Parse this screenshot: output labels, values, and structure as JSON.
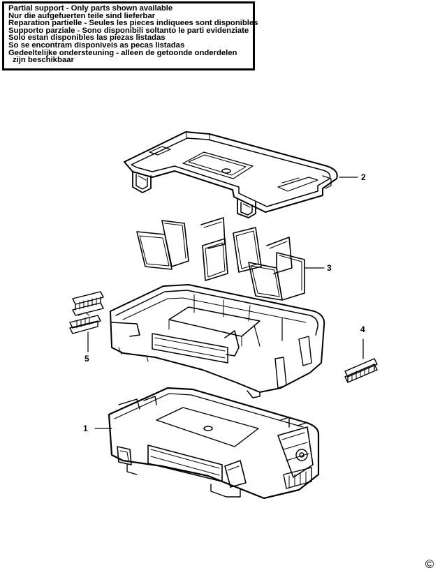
{
  "notice": {
    "lines": [
      "Partial support - Only parts shown available",
      "Nur die aufgefuerten teile sind lieferbar",
      "Reparation partielle - Seules les pieces indiquees sont disponibles",
      "Supporto parziale - Sono disponibili soltanto le parti evidenziate",
      "Solo estan disponibles las piezas listadas",
      "So se encontram disponiveis as pecas listadas",
      "Gedeeltelijke ondersteuning - alleen de getoonde onderdelen",
      "zijn beschikbaar"
    ]
  },
  "callouts": {
    "part1": "1",
    "part2": "2",
    "part3": "3",
    "part4": "4",
    "part5": "5"
  },
  "copyright": "©"
}
